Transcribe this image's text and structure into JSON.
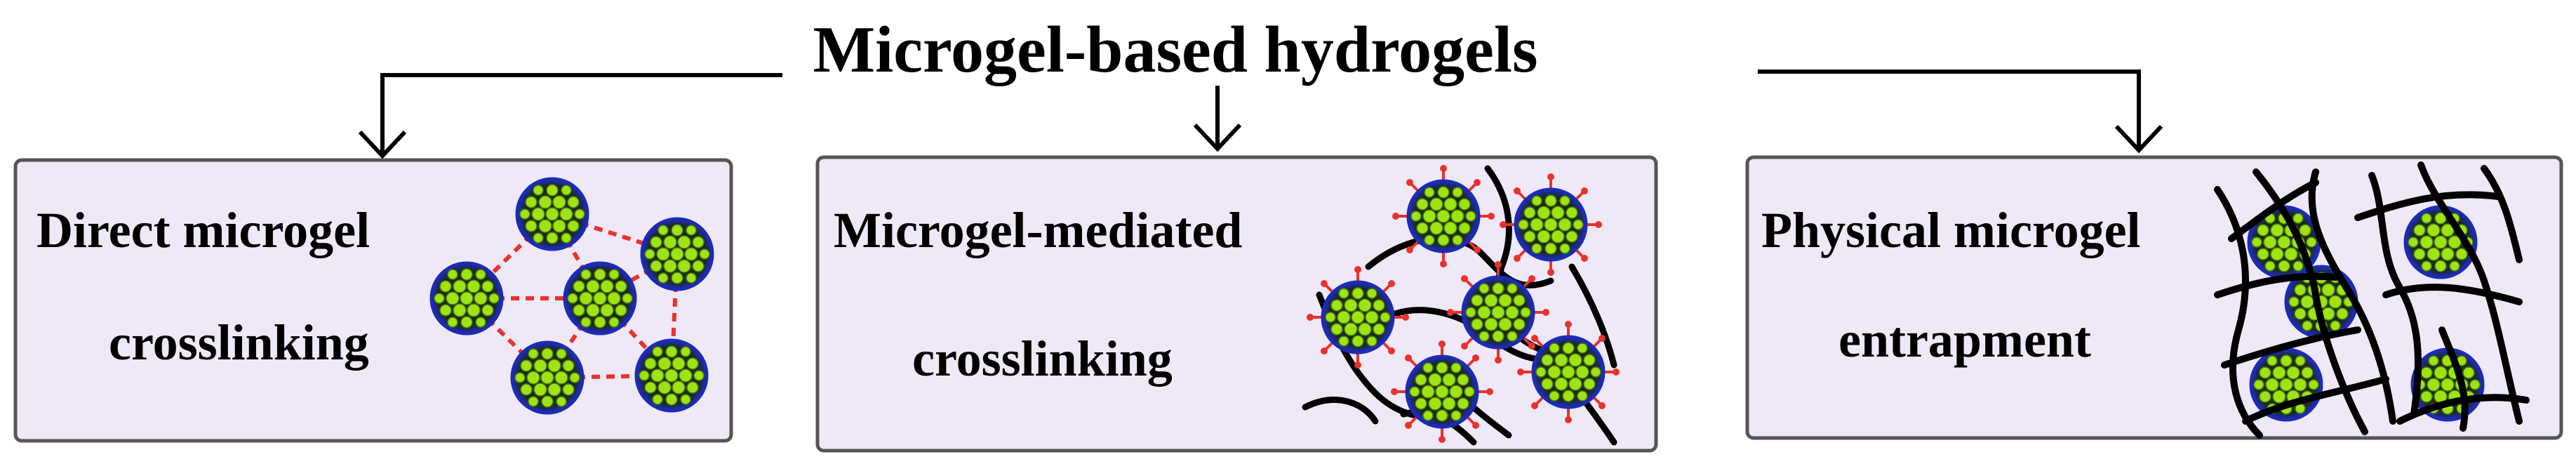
{
  "diagram": {
    "title": "Microgel-based hydrogels",
    "panels": [
      {
        "id": "direct",
        "label_lines": [
          "Direct microgel",
          "crosslinking"
        ]
      },
      {
        "id": "mediated",
        "label_lines": [
          "Microgel-mediated",
          "crosslinking"
        ]
      },
      {
        "id": "physical",
        "label_lines": [
          "Physical microgel",
          "entrapment"
        ]
      }
    ]
  },
  "colors": {
    "box_fill": "#efe8f7",
    "box_stroke": "#555555",
    "microgel_shell": "#1c2bb5",
    "microgel_core": "#1c2a17",
    "microgel_dot": "#9ee312",
    "crosslink": "#e8322c",
    "polymer_chain": "#000000",
    "arrow": "#000000"
  }
}
